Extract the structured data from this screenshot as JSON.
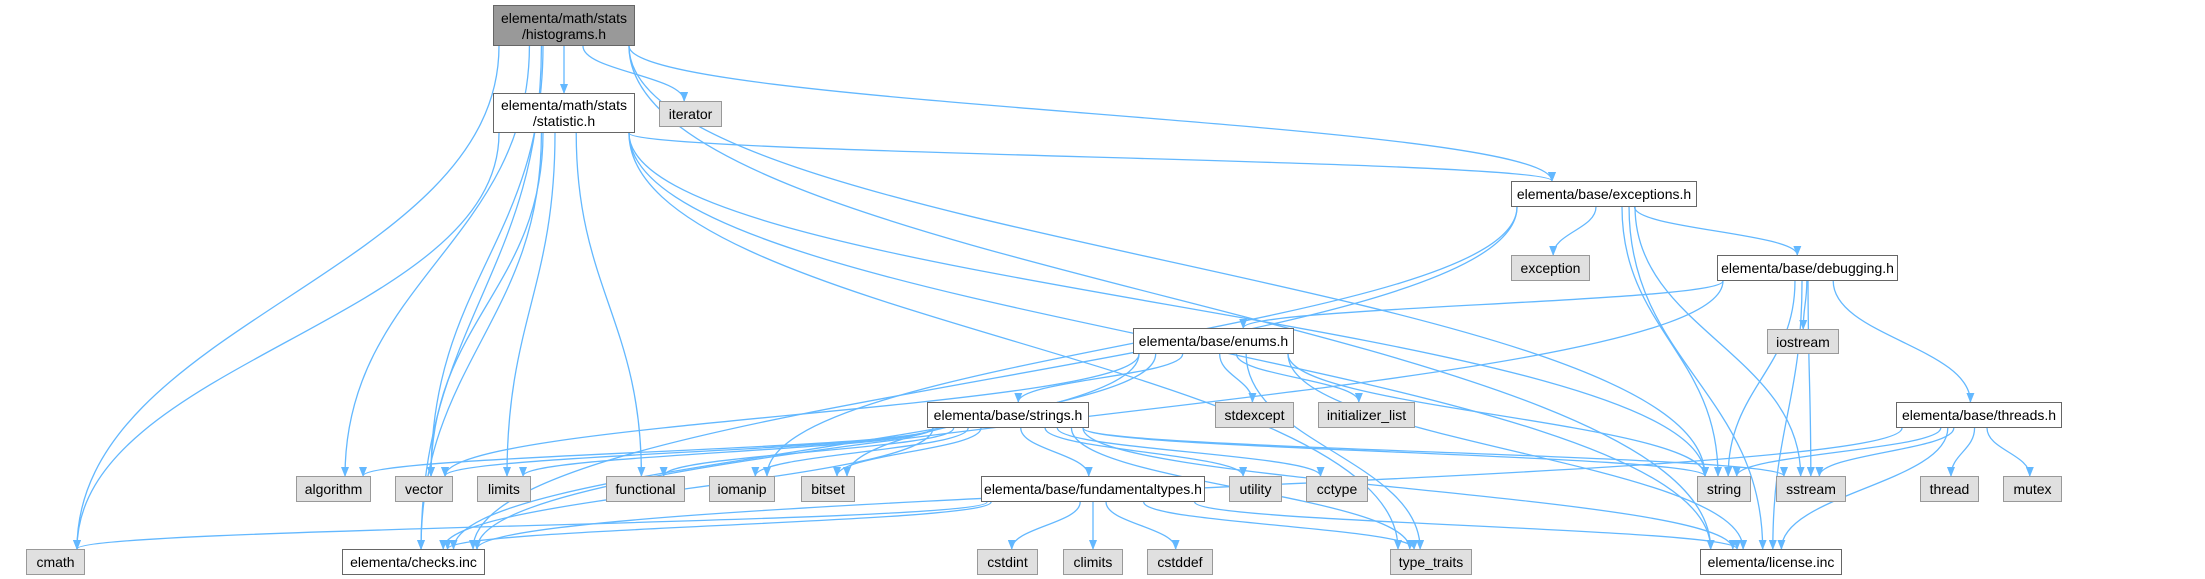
{
  "title": "elementa/math/stats/histograms.h",
  "colors": {
    "edge": "#63b8ff",
    "root_fill": "#999999",
    "system_fill": "#e0e0e0",
    "file_fill": "#ffffff"
  },
  "nodes": {
    "histograms": {
      "label": "elementa/math/stats\n/histograms.h",
      "kind": "root"
    },
    "statistic": {
      "label": "elementa/math/stats\n/statistic.h",
      "kind": "file"
    },
    "iterator": {
      "label": "iterator",
      "kind": "sys"
    },
    "exceptions": {
      "label": "elementa/base/exceptions.h",
      "kind": "file"
    },
    "exception": {
      "label": "exception",
      "kind": "sys"
    },
    "debugging": {
      "label": "elementa/base/debugging.h",
      "kind": "file"
    },
    "iostream": {
      "label": "iostream",
      "kind": "sys"
    },
    "enums": {
      "label": "elementa/base/enums.h",
      "kind": "file"
    },
    "stdexcept": {
      "label": "stdexcept",
      "kind": "sys"
    },
    "initializer_list": {
      "label": "initializer_list",
      "kind": "sys"
    },
    "strings": {
      "label": "elementa/base/strings.h",
      "kind": "file"
    },
    "threads": {
      "label": "elementa/base/threads.h",
      "kind": "file"
    },
    "algorithm": {
      "label": "algorithm",
      "kind": "sys"
    },
    "vector": {
      "label": "vector",
      "kind": "sys"
    },
    "limits": {
      "label": "limits",
      "kind": "sys"
    },
    "functional": {
      "label": "functional",
      "kind": "sys"
    },
    "iomanip": {
      "label": "iomanip",
      "kind": "sys"
    },
    "bitset": {
      "label": "bitset",
      "kind": "sys"
    },
    "fundamentaltypes": {
      "label": "elementa/base/fundamentaltypes.h",
      "kind": "file"
    },
    "utility": {
      "label": "utility",
      "kind": "sys"
    },
    "cctype": {
      "label": "cctype",
      "kind": "sys"
    },
    "string": {
      "label": "string",
      "kind": "sys"
    },
    "sstream": {
      "label": "sstream",
      "kind": "sys"
    },
    "thread": {
      "label": "thread",
      "kind": "sys"
    },
    "mutex": {
      "label": "mutex",
      "kind": "sys"
    },
    "cmath": {
      "label": "cmath",
      "kind": "sys"
    },
    "checks": {
      "label": "elementa/checks.inc",
      "kind": "file"
    },
    "cstdint": {
      "label": "cstdint",
      "kind": "sys"
    },
    "climits": {
      "label": "climits",
      "kind": "sys"
    },
    "cstddef": {
      "label": "cstddef",
      "kind": "sys"
    },
    "type_traits": {
      "label": "type_traits",
      "kind": "sys"
    },
    "license": {
      "label": "elementa/license.inc",
      "kind": "file"
    }
  },
  "edges": [
    [
      "histograms",
      "statistic"
    ],
    [
      "histograms",
      "iterator"
    ],
    [
      "histograms",
      "exceptions"
    ],
    [
      "histograms",
      "cmath"
    ],
    [
      "histograms",
      "checks"
    ],
    [
      "histograms",
      "algorithm"
    ],
    [
      "histograms",
      "vector"
    ],
    [
      "histograms",
      "string"
    ],
    [
      "histograms",
      "license"
    ],
    [
      "statistic",
      "exceptions"
    ],
    [
      "statistic",
      "cmath"
    ],
    [
      "statistic",
      "checks"
    ],
    [
      "statistic",
      "vector"
    ],
    [
      "statistic",
      "limits"
    ],
    [
      "statistic",
      "functional"
    ],
    [
      "statistic",
      "string"
    ],
    [
      "statistic",
      "license"
    ],
    [
      "statistic",
      "type_traits"
    ],
    [
      "exceptions",
      "exception"
    ],
    [
      "exceptions",
      "debugging"
    ],
    [
      "exceptions",
      "string"
    ],
    [
      "exceptions",
      "sstream"
    ],
    [
      "exceptions",
      "license"
    ],
    [
      "exceptions",
      "checks"
    ],
    [
      "exceptions",
      "iomanip"
    ],
    [
      "debugging",
      "iostream"
    ],
    [
      "debugging",
      "string"
    ],
    [
      "debugging",
      "sstream"
    ],
    [
      "debugging",
      "threads"
    ],
    [
      "debugging",
      "license"
    ],
    [
      "debugging",
      "enums"
    ],
    [
      "debugging",
      "checks"
    ],
    [
      "enums",
      "strings"
    ],
    [
      "enums",
      "stdexcept"
    ],
    [
      "enums",
      "initializer_list"
    ],
    [
      "enums",
      "checks"
    ],
    [
      "enums",
      "vector"
    ],
    [
      "enums",
      "bitset"
    ],
    [
      "enums",
      "string"
    ],
    [
      "enums",
      "license"
    ],
    [
      "enums",
      "type_traits"
    ],
    [
      "strings",
      "algorithm"
    ],
    [
      "strings",
      "vector"
    ],
    [
      "strings",
      "limits"
    ],
    [
      "strings",
      "functional"
    ],
    [
      "strings",
      "iomanip"
    ],
    [
      "strings",
      "bitset"
    ],
    [
      "strings",
      "checks"
    ],
    [
      "strings",
      "fundamentaltypes"
    ],
    [
      "strings",
      "utility"
    ],
    [
      "strings",
      "cctype"
    ],
    [
      "strings",
      "string"
    ],
    [
      "strings",
      "sstream"
    ],
    [
      "strings",
      "type_traits"
    ],
    [
      "strings",
      "license"
    ],
    [
      "fundamentaltypes",
      "cmath"
    ],
    [
      "fundamentaltypes",
      "checks"
    ],
    [
      "fundamentaltypes",
      "cstdint"
    ],
    [
      "fundamentaltypes",
      "climits"
    ],
    [
      "fundamentaltypes",
      "cstddef"
    ],
    [
      "fundamentaltypes",
      "type_traits"
    ],
    [
      "fundamentaltypes",
      "license"
    ],
    [
      "threads",
      "string"
    ],
    [
      "threads",
      "sstream"
    ],
    [
      "threads",
      "thread"
    ],
    [
      "threads",
      "mutex"
    ],
    [
      "threads",
      "license"
    ],
    [
      "threads",
      "checks"
    ]
  ]
}
